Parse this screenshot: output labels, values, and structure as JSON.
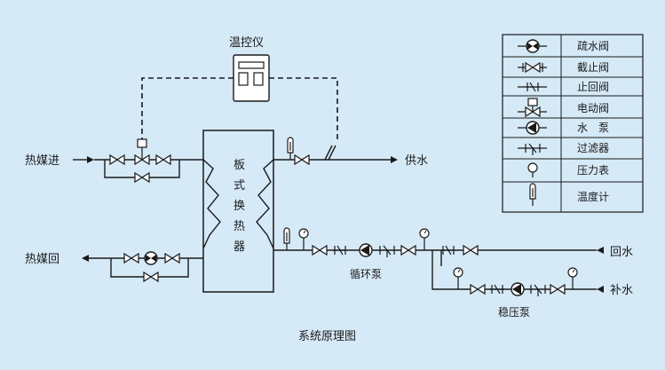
{
  "diagram": {
    "title": "系统原理图",
    "controller_label": "温控仪",
    "exchanger_label": [
      "板",
      "式",
      "换",
      "热",
      "器"
    ],
    "labels": {
      "heat_in": "热媒进",
      "heat_return": "热媒回",
      "supply": "供水",
      "return_water": "回水",
      "makeup": "补水",
      "circ_pump": "循环泵",
      "stab_pump": "稳压泵"
    }
  },
  "legend": [
    {
      "icon": "drain-valve-icon",
      "label": "疏水阀"
    },
    {
      "icon": "gate-valve-icon",
      "label": "截止阀"
    },
    {
      "icon": "check-valve-icon",
      "label": "止回阀"
    },
    {
      "icon": "motorized-valve-icon",
      "label": "电动阀"
    },
    {
      "icon": "pump-icon",
      "label": "水　泵"
    },
    {
      "icon": "strainer-icon",
      "label": "过滤器"
    },
    {
      "icon": "pressure-gauge-icon",
      "label": "压力表"
    },
    {
      "icon": "thermometer-icon",
      "label": "温度计"
    }
  ]
}
